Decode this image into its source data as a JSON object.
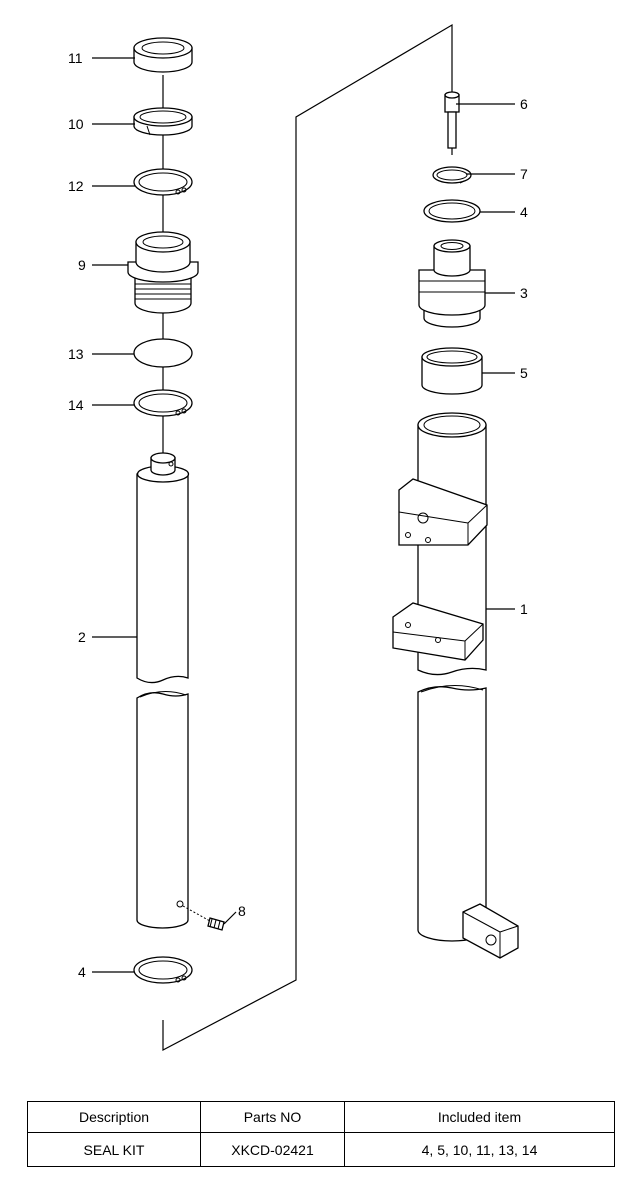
{
  "callouts": [
    {
      "id": "c11",
      "text": "11"
    },
    {
      "id": "c10",
      "text": "10"
    },
    {
      "id": "c12",
      "text": "12"
    },
    {
      "id": "c9",
      "text": "9"
    },
    {
      "id": "c13",
      "text": "13"
    },
    {
      "id": "c14",
      "text": "14"
    },
    {
      "id": "c2",
      "text": "2"
    },
    {
      "id": "c8",
      "text": "8"
    },
    {
      "id": "c4a",
      "text": "4"
    },
    {
      "id": "c6",
      "text": "6"
    },
    {
      "id": "c7",
      "text": "7"
    },
    {
      "id": "c4b",
      "text": "4"
    },
    {
      "id": "c3",
      "text": "3"
    },
    {
      "id": "c5",
      "text": "5"
    },
    {
      "id": "c1",
      "text": "1"
    }
  ],
  "table": {
    "headers": [
      "Description",
      "Parts NO",
      "Included item"
    ],
    "rows": [
      [
        "SEAL KIT",
        "XKCD-02421",
        "4, 5, 10, 11, 13, 14"
      ]
    ]
  }
}
